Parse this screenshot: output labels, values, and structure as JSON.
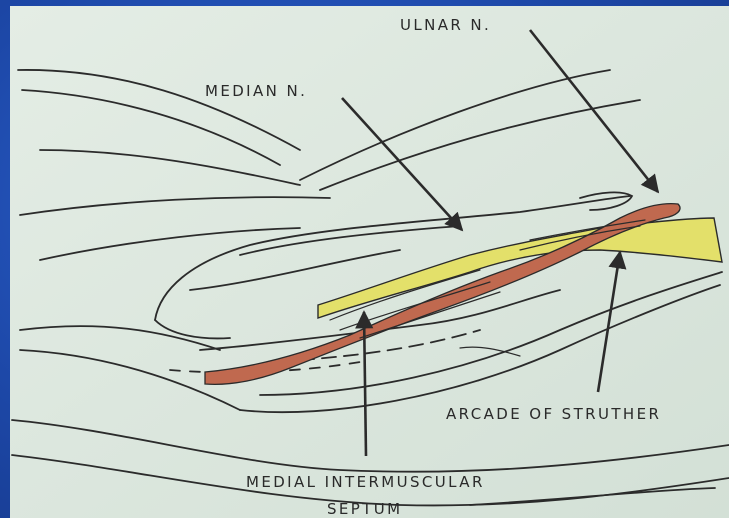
{
  "labels": {
    "ulnar_nerve": "ULNAR N.",
    "median_nerve": "MEDIAN N.",
    "arcade": "ARCADE OF STRUTHER",
    "septum_line1": "MEDIAL INTERMUSCULAR",
    "septum_line2": "SEPTUM"
  },
  "colors": {
    "background": "#1f4fb8",
    "slide_paper": "#dde8df",
    "line_art": "#2b2b2b",
    "nerve_red": "#c0694f",
    "septum_yellow": "#e3e06a"
  }
}
